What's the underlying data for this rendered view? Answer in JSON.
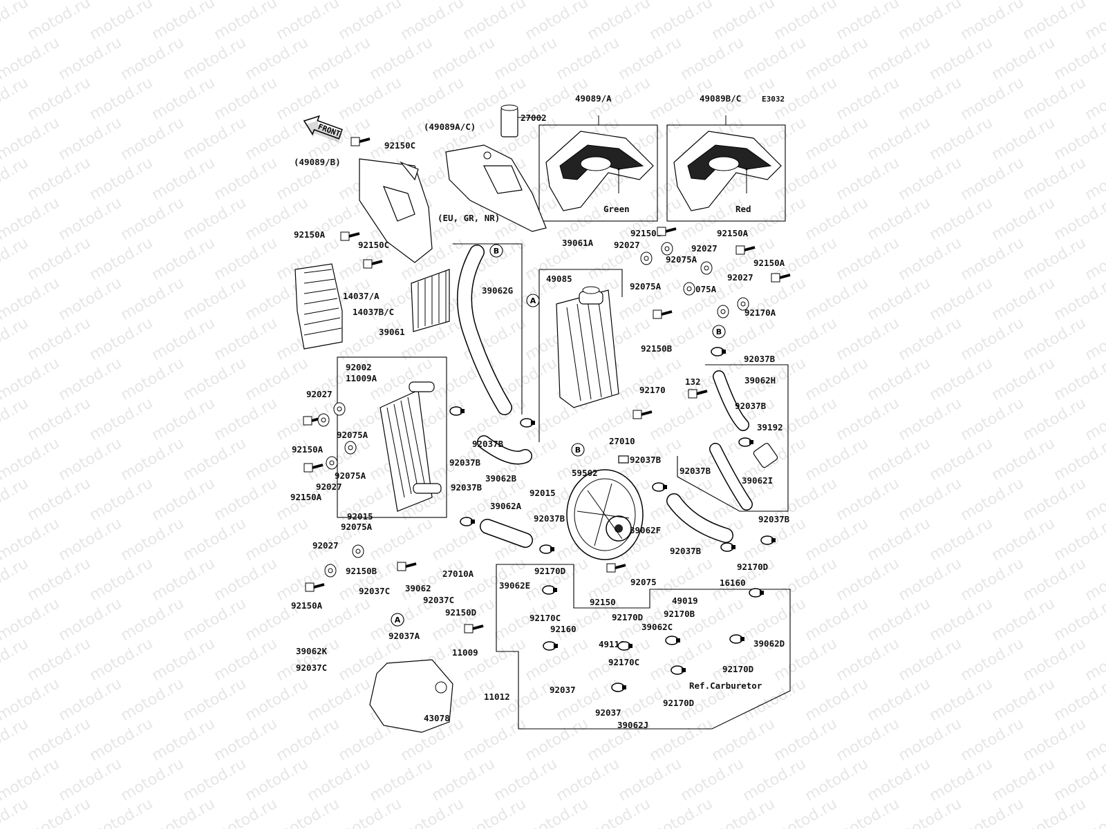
{
  "diagram_code": "E3032",
  "front_arrow_label": "FRONT",
  "watermark_text": "motod.ru",
  "ref_markers": {
    "a": "A",
    "b": "B"
  },
  "panel_labels": {
    "green": "Green",
    "red": "Red",
    "region": "(EU, GR, NR)",
    "carburetor": "Ref.Carburetor"
  },
  "parts": {
    "p49089A": "49089/A",
    "p49089BC": "49089B/C",
    "p27002": "27002",
    "p49089AC": "(49089A/C)",
    "p92150C_1": "92150C",
    "p49089B": "(49089/B)",
    "p92150A_1": "92150A",
    "p92150C_2": "92150C",
    "p92150E": "92150E",
    "p92150A_2": "92150A",
    "p39061A": "39061A",
    "p92027_1": "92027",
    "p92027_2": "92027",
    "p92075A_1": "92075A",
    "p92150A_3": "92150A",
    "p49085": "49085",
    "p92075A_2": "92075A",
    "p92027_3": "92027",
    "p92075A_3": "92075A",
    "p39062G": "39062G",
    "p14037A": "14037/A",
    "p14037BC": "14037B/C",
    "p92170A": "92170A",
    "p39061": "39061",
    "p92150B_1": "92150B",
    "p92037B_1": "92037B",
    "p92002": "92002",
    "p11009A": "11009A",
    "p39062H": "39062H",
    "p92170": "92170",
    "p132": "132",
    "p92027_4": "92027",
    "p92037B_2": "92037B",
    "p39192": "39192",
    "p92150A_4": "92150A",
    "p92075A_4": "92075A",
    "p92037B_3": "92037B",
    "p27010": "27010",
    "p92037B_4": "92037B",
    "p92075A_5": "92075A",
    "p92037B_5": "92037B",
    "p39062I": "39062I",
    "p92027_5": "92027",
    "p39062B": "39062B",
    "p59502": "59502",
    "p92037B_6": "92037B",
    "p92150A_5": "92150A",
    "p92037B_7": "92037B",
    "p92015_1": "92015",
    "p92015_2": "92015",
    "p39062A": "39062A",
    "p92075A_6": "92075A",
    "p92037B_8": "92037B",
    "p39062F": "39062F",
    "p92037B_9": "92037B",
    "p92027_6": "92027",
    "p92037B_10": "92037B",
    "p92150B_2": "92150B",
    "p27010A": "27010A",
    "p92075": "92075",
    "p92170D_1": "92170D",
    "p92170D_2": "92170D",
    "p92150A_6": "92150A",
    "p92037C_1": "92037C",
    "p39062": "39062",
    "p39062E": "39062E",
    "p16160": "16160",
    "p92150": "92150",
    "p92037C_2": "92037C",
    "p49019": "49019",
    "p92150D": "92150D",
    "p92170C_1": "92170C",
    "p92170D_3": "92170D",
    "p92170B": "92170B",
    "p92160": "92160",
    "p39062C": "39062C",
    "p92037A": "92037A",
    "p39062K": "39062K",
    "p11009": "11009",
    "p49116": "49116",
    "p39062D": "39062D",
    "p92037C_3": "92037C",
    "p92170C_2": "92170C",
    "p92170D_4": "92170D",
    "p11012": "11012",
    "p92037_1": "92037",
    "p92170D_5": "92170D",
    "p92037_2": "92037",
    "p43078": "43078",
    "p39062J": "39062J"
  }
}
